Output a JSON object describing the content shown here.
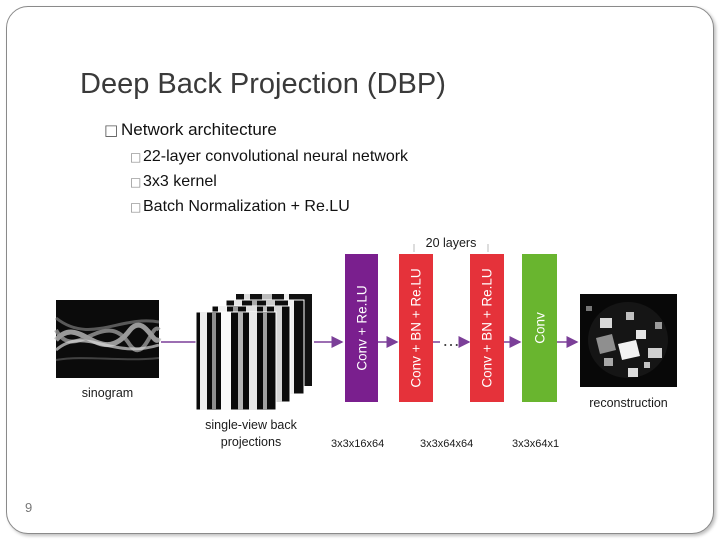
{
  "slide": {
    "title": "Deep Back Projection (DBP)",
    "bullet": "Network architecture",
    "sub_bullets": [
      "22-layer convolutional neural network",
      "3x3 kernel",
      "Batch Normalization + Re.LU"
    ],
    "page_number": "9"
  },
  "diagram": {
    "layers_label": "20 layers",
    "input_label": "sinogram",
    "backprojection_label_line1": "single-view back",
    "backprojection_label_line2": "projections",
    "output_label": "reconstruction",
    "ellipsis": "…",
    "blocks": [
      {
        "text": "Conv + Re.LU",
        "color": "#7a1f8e",
        "dims": "3x3x16x64"
      },
      {
        "text": "Conv + BN + Re.LU",
        "color": "#e5323a",
        "dims": "3x3x64x64"
      },
      {
        "text": "Conv + BN + Re.LU",
        "color": "#e5323a",
        "dims": ""
      },
      {
        "text": "Conv",
        "color": "#69b52f",
        "dims": "3x3x64x1"
      }
    ],
    "arrow_color": "#7b3f98"
  }
}
